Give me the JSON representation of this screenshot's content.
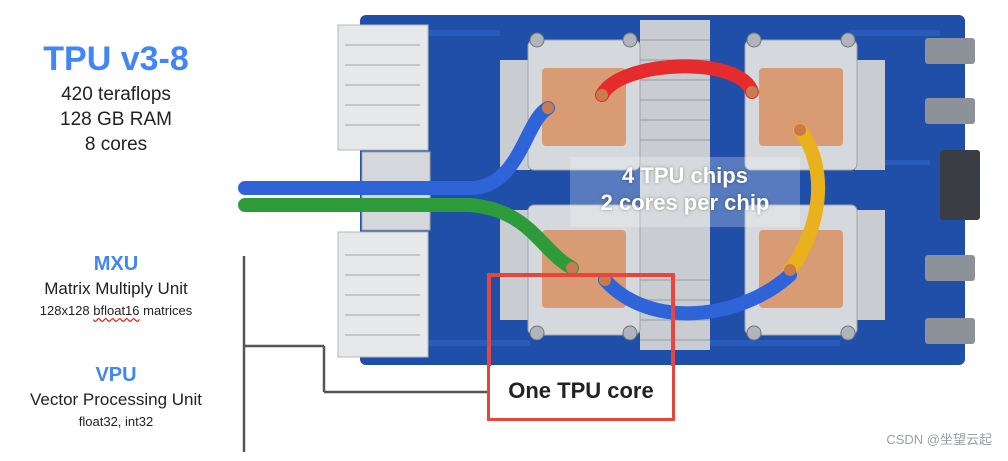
{
  "left": {
    "title": "TPU v3-8",
    "specs": [
      "420 teraflops",
      "128 GB RAM",
      "8 cores"
    ],
    "mxu": {
      "heading": "MXU",
      "name": "Matrix Multiply Unit",
      "detail_prefix": "128x128 ",
      "detail_wavy": "bfloat16",
      "detail_suffix": " matrices"
    },
    "vpu": {
      "heading": "VPU",
      "name": "Vector Processing Unit",
      "detail": "float32, int32"
    }
  },
  "board": {
    "chip_line1": "4 TPU chips",
    "chip_line2": "2 cores per chip",
    "core_label": "One TPU core"
  },
  "watermark": "CSDN @坐望云起",
  "colors": {
    "accent_blue": "#4285f4",
    "core_box_red": "#e8453c",
    "pcb_blue": "#1f4fa8",
    "heatsink": "#c9cdd2",
    "copper": "#d89b74",
    "pipe_red": "#e52b2b",
    "pipe_yellow": "#e9b21c",
    "pipe_blue": "#2f64d8",
    "pipe_green": "#2e9b3a"
  }
}
